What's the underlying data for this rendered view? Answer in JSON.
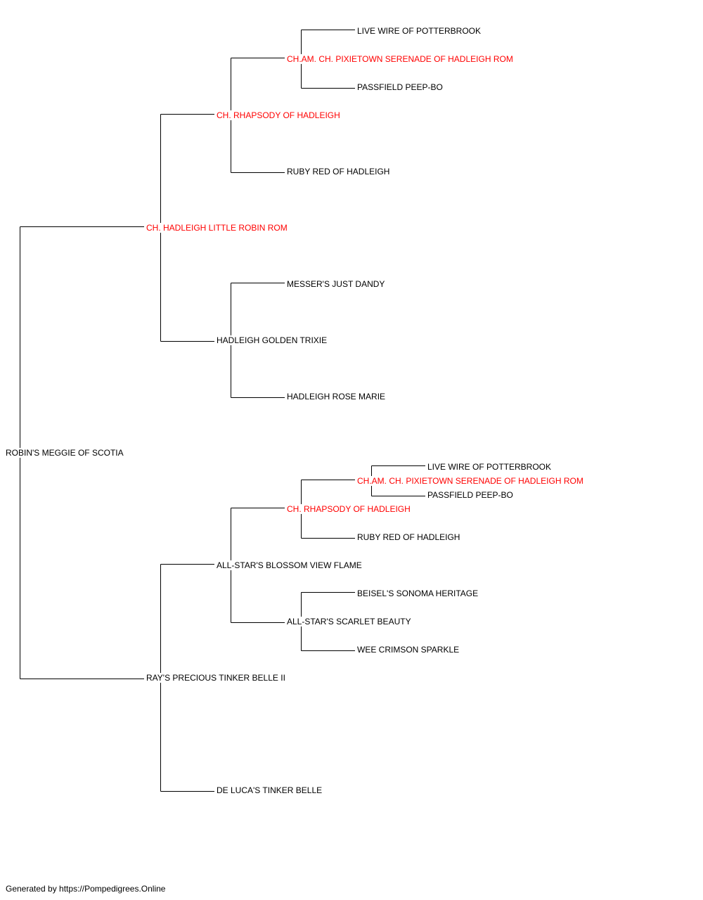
{
  "colors": {
    "champion": "#ff0000",
    "normal": "#000000",
    "line": "#000000"
  },
  "dogs": {
    "subject": "ROBIN'S MEGGIE OF SCOTIA",
    "sire": "CH. HADLEIGH LITTLE ROBIN ROM",
    "sire_sire": "CH. RHAPSODY OF HADLEIGH",
    "sire_sire_sire": "CH.AM. CH. PIXIETOWN SERENADE OF HADLEIGH ROM",
    "sire_sire_sire_sire": "LIVE WIRE OF POTTERBROOK",
    "sire_sire_sire_dam": "PASSFIELD PEEP-BO",
    "sire_sire_dam": "RUBY RED OF HADLEIGH",
    "sire_dam": "HADLEIGH GOLDEN TRIXIE",
    "sire_dam_sire": "MESSER'S JUST DANDY",
    "sire_dam_dam": "HADLEIGH ROSE MARIE",
    "dam": "RAY'S PRECIOUS TINKER BELLE II",
    "dam_sire": "ALL-STAR'S BLOSSOM VIEW FLAME",
    "dam_sire_sire": "CH. RHAPSODY OF HADLEIGH",
    "dam_sire_sire_sire": "CH.AM. CH. PIXIETOWN SERENADE OF HADLEIGH ROM",
    "dam_sire_sire_sire_sire": "LIVE WIRE OF POTTERBROOK",
    "dam_sire_sire_sire_dam": "PASSFIELD PEEP-BO",
    "dam_sire_sire_dam": "RUBY RED OF HADLEIGH",
    "dam_sire_dam": "ALL-STAR'S SCARLET BEAUTY",
    "dam_sire_dam_sire": "BEISEL'S SONOMA HERITAGE",
    "dam_sire_dam_dam": "WEE CRIMSON SPARKLE",
    "dam_dam": "DE LUCA'S TINKER BELLE"
  },
  "footer": "Generated by https://Pompedigrees.Online"
}
